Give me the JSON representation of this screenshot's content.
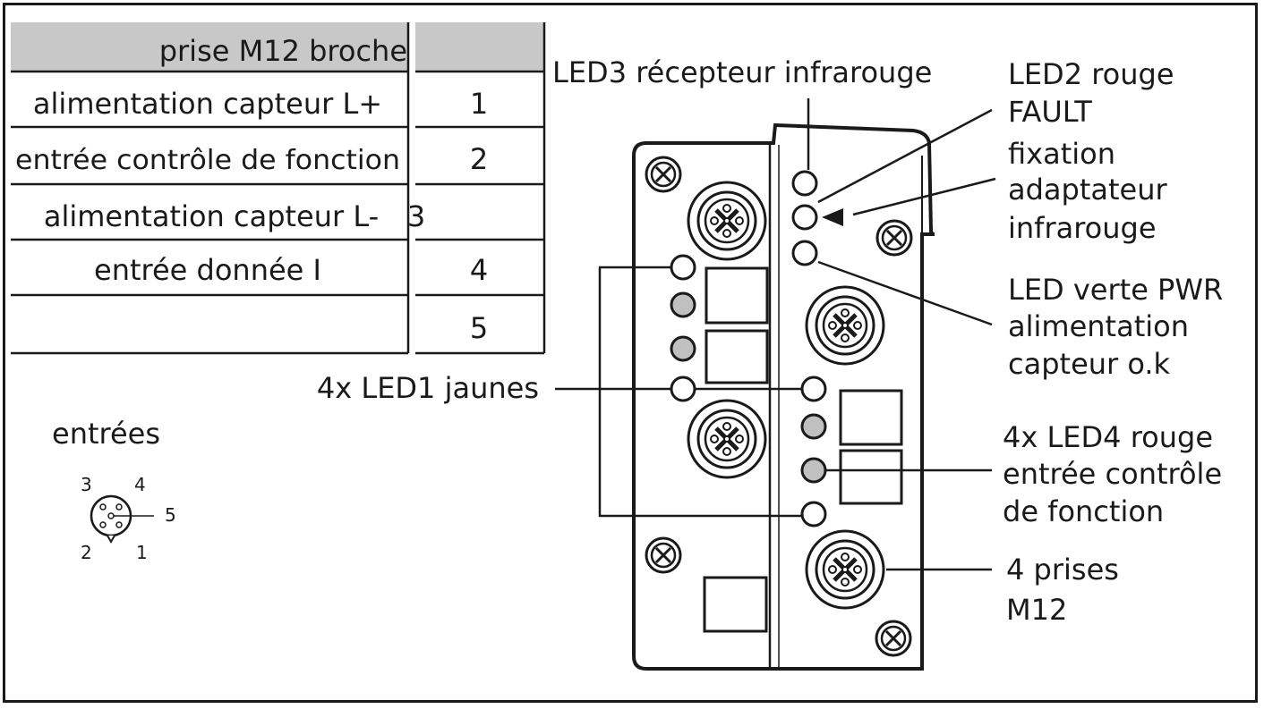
{
  "pin_table": {
    "header_label": "prise M12 broche",
    "header_number": "",
    "rows": [
      {
        "label": "alimentation capteur L+",
        "pin": "1"
      },
      {
        "label": "entrée contrôle de fonction",
        "pin": "2"
      },
      {
        "label": "alimentation capteur L-",
        "pin": "3"
      },
      {
        "label": "entrée donnée I",
        "pin": "4"
      },
      {
        "label": "",
        "pin": "5"
      }
    ],
    "header_fill": "#c8c8c8"
  },
  "connector_legend": {
    "title": "entrées",
    "pins": [
      "3",
      "4",
      "5",
      "2",
      "1"
    ]
  },
  "callouts": {
    "led3": "LED3 récepteur infrarouge",
    "led2_line1": "LED2 rouge",
    "led2_line2": "FAULT",
    "fixation_line1": "fixation",
    "fixation_line2": "adaptateur",
    "fixation_line3": "infrarouge",
    "pwr_line1": "LED verte PWR",
    "pwr_line2": "alimentation",
    "pwr_line3": "capteur o.k",
    "led1": "4x LED1 jaunes",
    "led4_line1": "4x LED4 rouge",
    "led4_line2": "entrée contrôle",
    "led4_line3": "de fonction",
    "m12_line1": "4 prises",
    "m12_line2": "M12"
  },
  "colors": {
    "line": "#1a1a1a",
    "led_gray": "#c0c0c0"
  }
}
